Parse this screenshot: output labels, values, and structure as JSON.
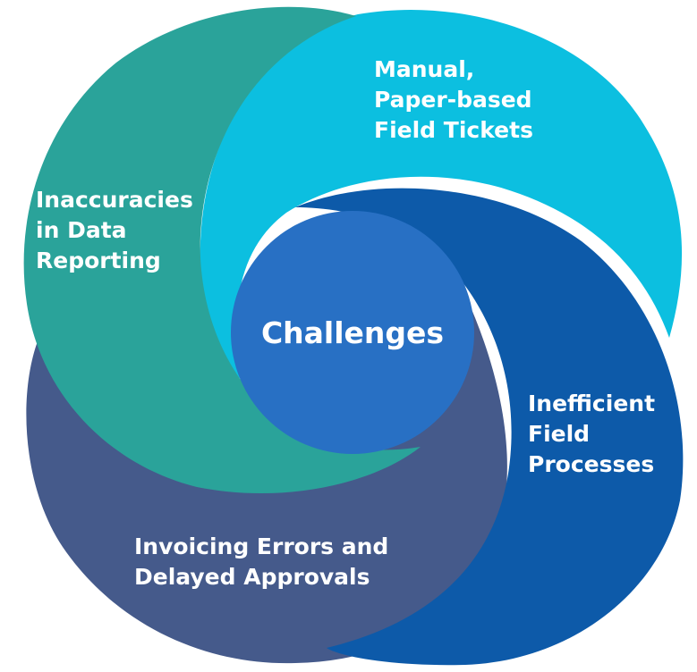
{
  "center": {
    "label": "Challenges",
    "color": "#2870c4"
  },
  "petals": [
    {
      "id": "invoicing",
      "lines": [
        "Invoicing Errors and",
        "Delayed Approvals"
      ],
      "color": "#455a8b"
    },
    {
      "id": "inefficient",
      "lines": [
        "Inefficient",
        "Field",
        "Processes"
      ],
      "color": "#0d5aa9"
    },
    {
      "id": "manual",
      "lines": [
        "Manual,",
        "Paper-based",
        "Field Tickets"
      ],
      "color": "#0cbfe0"
    },
    {
      "id": "inaccuracies",
      "lines": [
        "Inaccuracies",
        "in Data",
        "Reporting"
      ],
      "color": "#2aa39a"
    }
  ]
}
